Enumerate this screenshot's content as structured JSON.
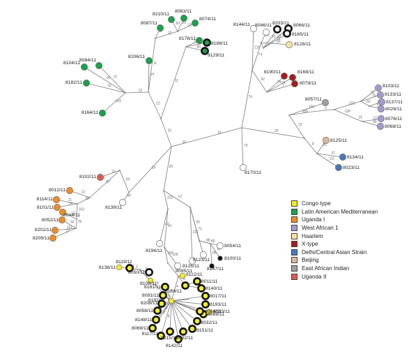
{
  "legend": [
    {
      "key": "congo",
      "label": "Congo type",
      "color": "#f4ec2a"
    },
    {
      "key": "lam",
      "label": "Latin American Mediterranean",
      "color": "#1aa24a"
    },
    {
      "key": "uganda1",
      "label": "Uganda I",
      "color": "#f28c28"
    },
    {
      "key": "wa1",
      "label": "West African 1",
      "color": "#a59ad0"
    },
    {
      "key": "haarlem",
      "label": "Haarlem",
      "color": "#f7e3a6"
    },
    {
      "key": "xtype",
      "label": "X-type",
      "color": "#a51c1c"
    },
    {
      "key": "delhi",
      "label": "Delhi/Central Asian Strain",
      "color": "#4a78b8"
    },
    {
      "key": "beijing",
      "label": "Beijing",
      "color": "#d9b99b"
    },
    {
      "key": "eai",
      "label": "East African Indian",
      "color": "#9e9e9e"
    },
    {
      "key": "uganda2",
      "label": "Uganda II",
      "color": "#e2584b"
    }
  ],
  "nodes": [
    {
      "id": "8087/11",
      "lineage": "lam"
    },
    {
      "id": "8210/11",
      "lineage": "lam"
    },
    {
      "id": "8063/11",
      "lineage": "lam"
    },
    {
      "id": "8074/11",
      "lineage": "lam"
    },
    {
      "id": "8178/11",
      "lineage": "lam"
    },
    {
      "id": "8186/11",
      "lineage": "lam",
      "ring": true
    },
    {
      "id": "8129/11",
      "lineage": "lam",
      "ring": true
    },
    {
      "id": "8206/11",
      "lineage": "lam"
    },
    {
      "id": "8104/11",
      "lineage": "lam"
    },
    {
      "id": "8084/11",
      "lineage": "lam"
    },
    {
      "id": "8182/11",
      "lineage": "lam"
    },
    {
      "id": "8164/11",
      "lineage": "lam"
    },
    {
      "id": "8144/11",
      "lineage": "none"
    },
    {
      "id": "8046/11",
      "lineage": "none"
    },
    {
      "id": "8203/11",
      "lineage": "none",
      "ring": true
    },
    {
      "id": "8066/11",
      "lineage": "none",
      "ring": true
    },
    {
      "id": "8165/11",
      "lineage": "none",
      "ring": true
    },
    {
      "id": "8128/11",
      "lineage": "haarlem"
    },
    {
      "id": "8190/11",
      "lineage": "xtype"
    },
    {
      "id": "8168/11",
      "lineage": "xtype"
    },
    {
      "id": "8079/11",
      "lineage": "xtype"
    },
    {
      "id": "8103/11",
      "lineage": "wa1"
    },
    {
      "id": "8133/11",
      "lineage": "wa1"
    },
    {
      "id": "8137/11",
      "lineage": "wa1"
    },
    {
      "id": "8026/11",
      "lineage": "wa1"
    },
    {
      "id": "8076/11",
      "lineage": "wa1"
    },
    {
      "id": "8068/11",
      "lineage": "wa1"
    },
    {
      "id": "8057/11",
      "lineage": "eai"
    },
    {
      "id": "8125/11",
      "lineage": "beijing"
    },
    {
      "id": "8134/11",
      "lineage": "delhi"
    },
    {
      "id": "8023/11",
      "lineage": "delhi"
    },
    {
      "id": "8170/11",
      "lineage": "none"
    },
    {
      "id": "8102/11",
      "lineage": "uganda2"
    },
    {
      "id": "8012/11",
      "lineage": "uganda1"
    },
    {
      "id": "8114/11",
      "lineage": "uganda1"
    },
    {
      "id": "8101/11",
      "lineage": "uganda1"
    },
    {
      "id": "8044/11",
      "lineage": "uganda1"
    },
    {
      "id": "8052/11",
      "lineage": "uganda1"
    },
    {
      "id": "8201/11",
      "lineage": "uganda1"
    },
    {
      "id": "8209/11",
      "lineage": "uganda1"
    },
    {
      "id": "8139/11",
      "lineage": "none"
    },
    {
      "id": "8194/11",
      "lineage": "none"
    },
    {
      "id": "8054/11",
      "lineage": "none"
    },
    {
      "id": "8100/11",
      "lineage": "black"
    },
    {
      "id": "8147/11",
      "lineage": "black"
    },
    {
      "id": "8123/11",
      "lineage": "none"
    },
    {
      "id": "8126/11",
      "lineage": "none"
    },
    {
      "id": "8095/11",
      "lineage": "none"
    },
    {
      "id": "8138/11",
      "lineage": "congo"
    },
    {
      "id": "8119/11",
      "lineage": "congo",
      "ring": true
    },
    {
      "id": "8050/11",
      "lineage": "none",
      "ring": true
    },
    {
      "id": "8108/11",
      "lineage": "congo"
    },
    {
      "id": "8112/11",
      "lineage": "congo"
    },
    {
      "id": "8011/11",
      "lineage": "congo",
      "ring": true
    },
    {
      "id": "8140/11",
      "lineage": "congo",
      "ring": true
    },
    {
      "id": "8169/11",
      "lineage": "congo",
      "ring": true
    },
    {
      "id": "8192/11",
      "lineage": "congo"
    },
    {
      "id": "8017/11",
      "lineage": "congo",
      "ring": true
    },
    {
      "id": "8193/11",
      "lineage": "congo",
      "ring": true
    },
    {
      "id": "8088/11",
      "lineage": "congo",
      "ring": true
    },
    {
      "id": "8181/11",
      "lineage": "congo",
      "ring": true
    },
    {
      "id": "8091/11",
      "lineage": "congo",
      "ring": true
    },
    {
      "id": "8208/11",
      "lineage": "congo",
      "ring": true
    },
    {
      "id": "8058/11",
      "lineage": "congo",
      "ring": true
    },
    {
      "id": "8148/11",
      "lineage": "congo",
      "ring": true
    },
    {
      "id": "8069/11",
      "lineage": "congo",
      "ring": true
    },
    {
      "id": "8117/11",
      "lineage": "congo",
      "ring": true
    },
    {
      "id": "8215/11",
      "lineage": "congo",
      "ring": true
    },
    {
      "id": "8142/11",
      "lineage": "congo",
      "ring": true
    },
    {
      "id": "8092/11",
      "lineage": "congo",
      "ring": true
    },
    {
      "id": "8151/11",
      "lineage": "congo",
      "ring": true
    },
    {
      "id": "8032/11",
      "lineage": "congo",
      "ring": true
    },
    {
      "id": "8064/11",
      "lineage": "congo",
      "ring": true
    },
    {
      "id": "8183/11",
      "lineage": "congo"
    }
  ],
  "edge_labels": [
    "16",
    "15",
    "14",
    "20",
    "19",
    "12",
    "11",
    "13",
    "11",
    "14",
    "16",
    "27",
    "76",
    "103",
    "87",
    "13",
    "60",
    "20",
    "22",
    "164",
    "25",
    "84",
    "79",
    "25",
    "73",
    "74",
    "62",
    "125",
    "123",
    "20",
    "20",
    "10",
    "17",
    "71",
    "74",
    "14",
    "7",
    "13",
    "8",
    "169",
    "150",
    "2",
    "312",
    "199",
    "51",
    "79",
    "60",
    "30",
    "19",
    "15",
    "12",
    "50",
    "60",
    "27",
    "111",
    "29",
    "60",
    "72",
    "67",
    "13",
    "16",
    "11",
    "14",
    "163",
    "15",
    "78",
    "54",
    "111",
    "27",
    "222",
    "57",
    "43",
    "14",
    "65",
    "71",
    "211",
    "85",
    "88",
    "12",
    "89",
    "165",
    "118",
    "5",
    "4",
    "3",
    "8",
    "3",
    "9",
    "8",
    "12",
    "3",
    "5",
    "4",
    "7",
    "5",
    "6",
    "5",
    "9",
    "2",
    "8"
  ]
}
